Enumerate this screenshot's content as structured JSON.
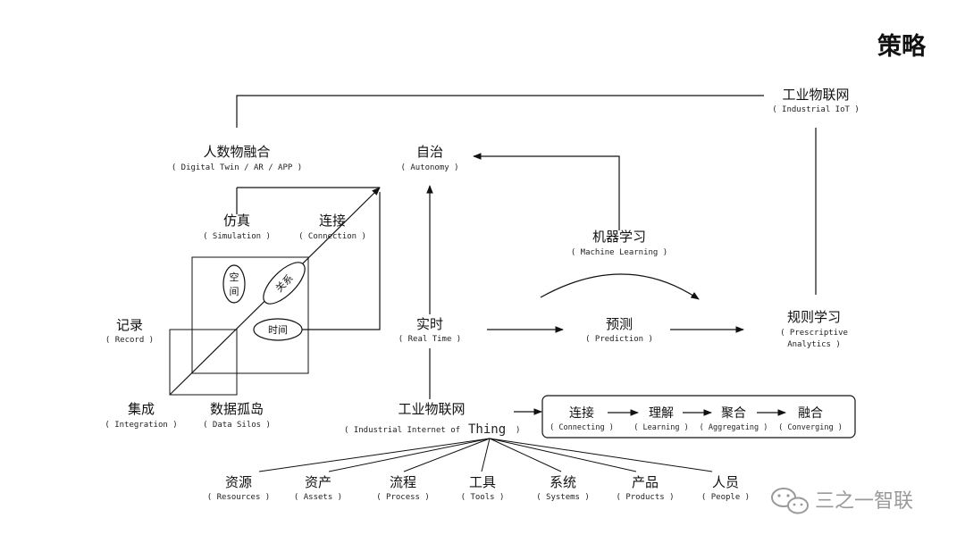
{
  "title": "策略",
  "industrial_iot": {
    "cn": "工业物联网",
    "en": "( Industrial IoT )"
  },
  "human_data_fusion": {
    "cn": "人数物融合",
    "en": "( Digital Twin / AR / APP )"
  },
  "autonomy": {
    "cn": "自治",
    "en": "( Autonomy )"
  },
  "simulation": {
    "cn": "仿真",
    "en": "( Simulation )"
  },
  "connection": {
    "cn": "连接",
    "en": "( Connection )"
  },
  "machine_learning": {
    "cn": "机器学习",
    "en": "( Machine Learning )"
  },
  "space": {
    "cn1": "空",
    "cn2": "间"
  },
  "relation": "关系",
  "time": "时间",
  "record": {
    "cn": "记录",
    "en": "( Record )"
  },
  "real_time": {
    "cn": "实时",
    "en": "( Real Time )"
  },
  "prediction": {
    "cn": "预测",
    "en": "( Prediction )"
  },
  "prescriptive": {
    "cn": "规则学习",
    "en1": "( Prescriptive",
    "en2": "Analytics )"
  },
  "integration": {
    "cn": "集成",
    "en": "( Integration )"
  },
  "data_silos": {
    "cn": "数据孤岛",
    "en": "( Data Silos )"
  },
  "iiot": {
    "cn": "工业物联网",
    "en": "( Industrial Internet of",
    "thing": "Thing",
    "close": ")"
  },
  "process_steps": [
    {
      "cn": "连接",
      "en": "( Connecting )"
    },
    {
      "cn": "理解",
      "en": "( Learning )"
    },
    {
      "cn": "聚合",
      "en": "( Aggregating )"
    },
    {
      "cn": "融合",
      "en": "( Converging )"
    }
  ],
  "things": [
    {
      "cn": "资源",
      "en": "( Resources )"
    },
    {
      "cn": "资产",
      "en": "( Assets )"
    },
    {
      "cn": "流程",
      "en": "( Process )"
    },
    {
      "cn": "工具",
      "en": "( Tools )"
    },
    {
      "cn": "系统",
      "en": "( Systems )"
    },
    {
      "cn": "产品",
      "en": "( Products )"
    },
    {
      "cn": "人员",
      "en": "( People )"
    }
  ],
  "watermark": "三之一智联",
  "wechat_icon": "wechat-icon"
}
